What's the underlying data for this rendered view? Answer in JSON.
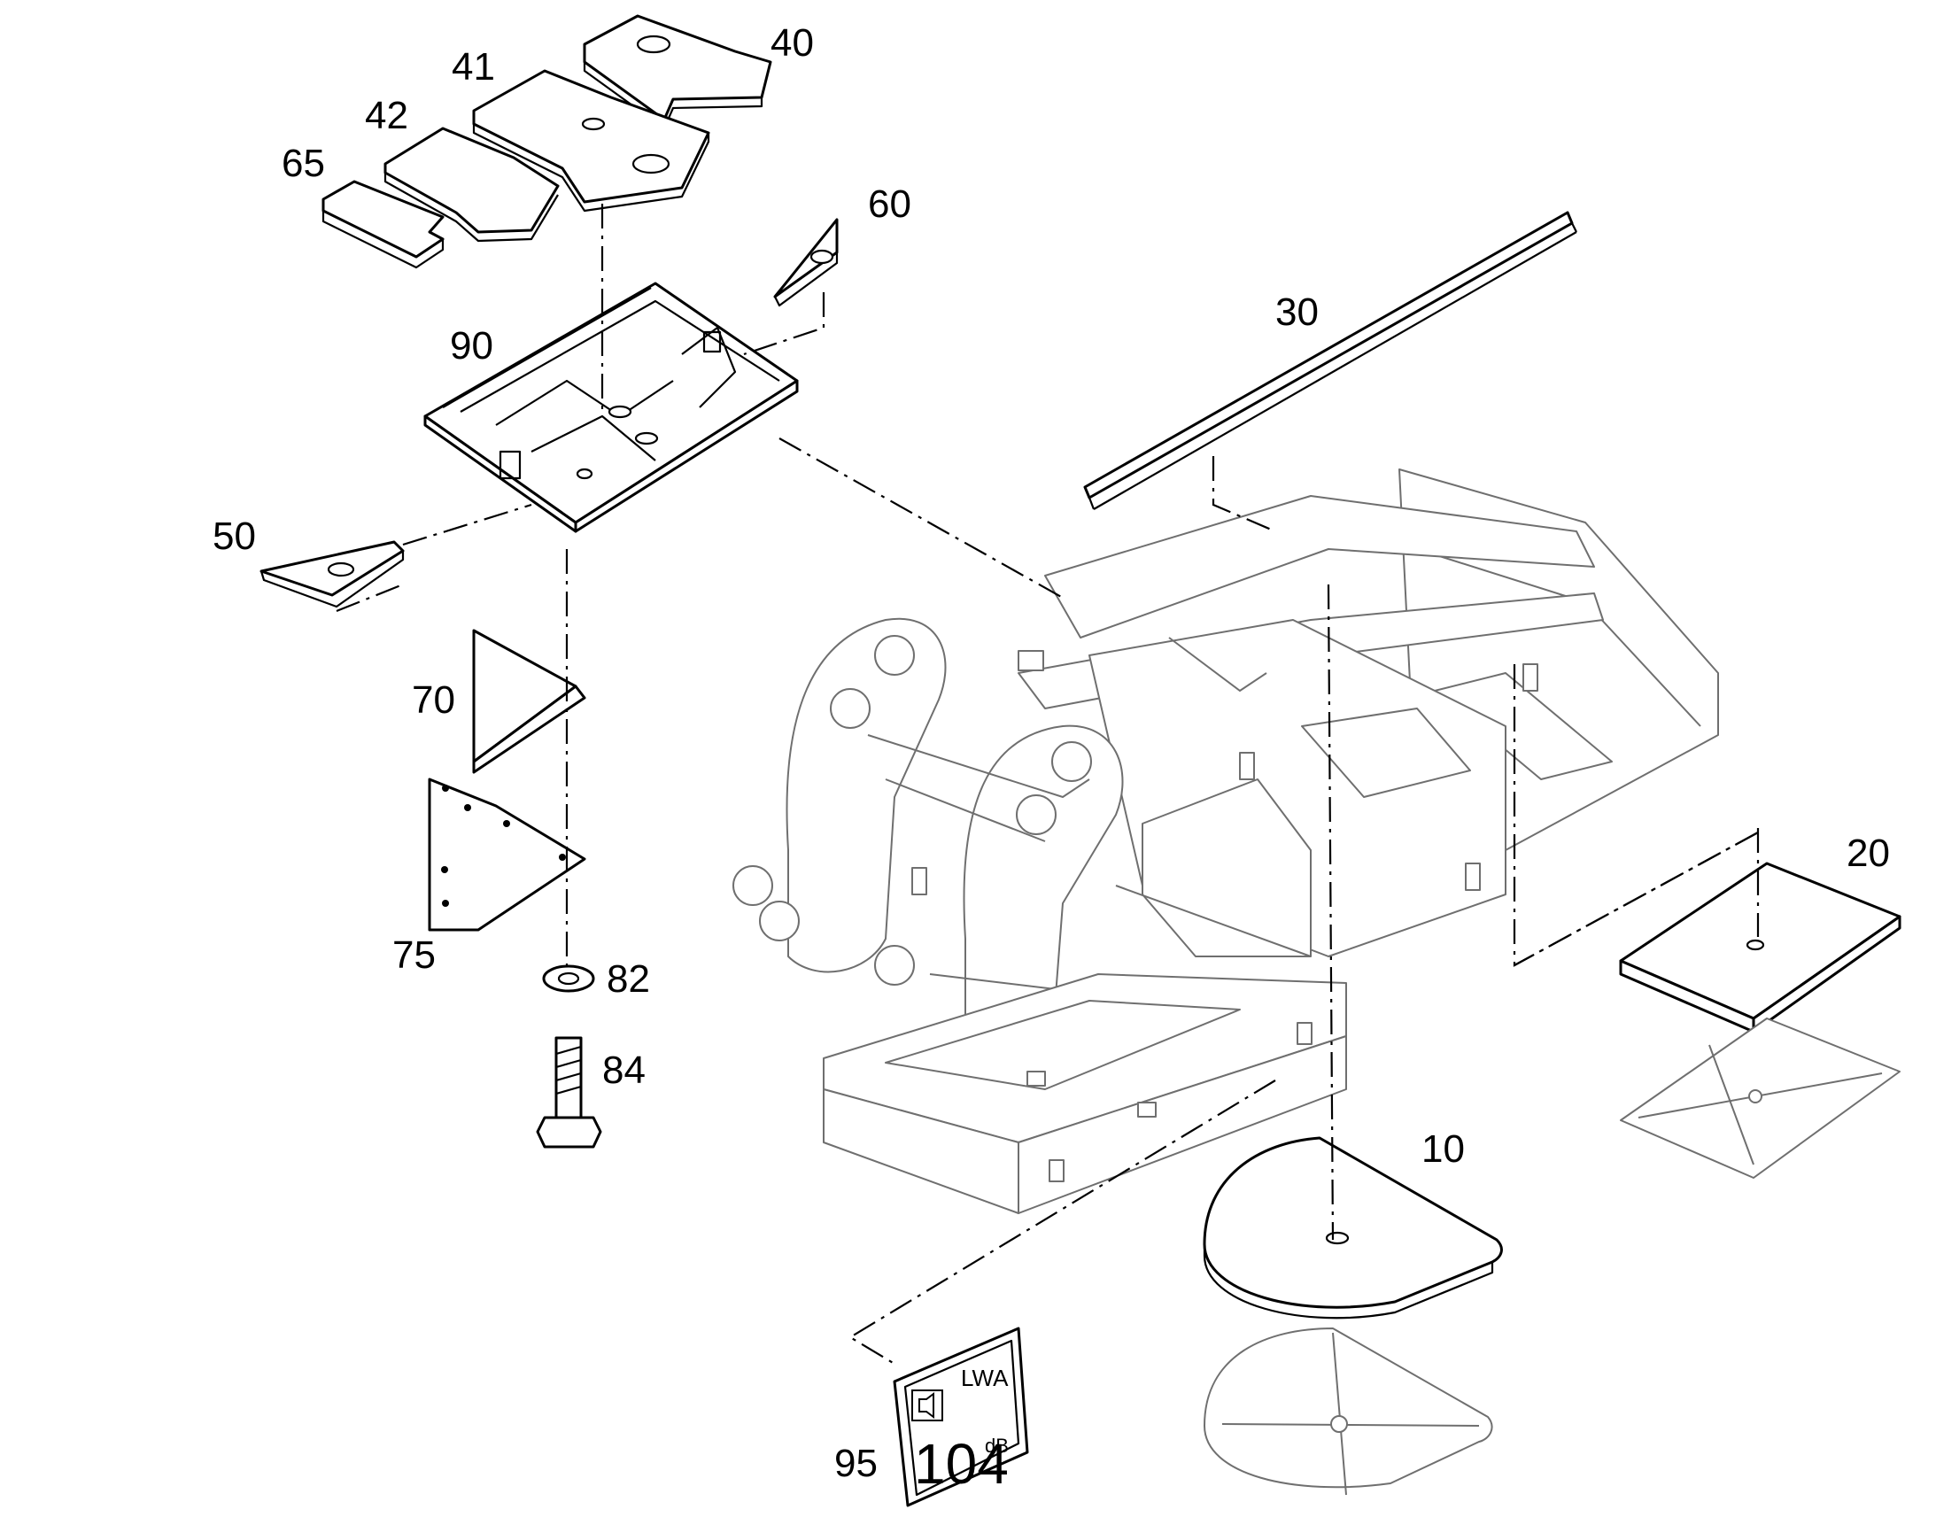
{
  "callouts": [
    {
      "id": "40",
      "text": "40"
    },
    {
      "id": "41",
      "text": "41"
    },
    {
      "id": "42",
      "text": "42"
    },
    {
      "id": "65",
      "text": "65"
    },
    {
      "id": "60",
      "text": "60"
    },
    {
      "id": "30",
      "text": "30"
    },
    {
      "id": "90",
      "text": "90"
    },
    {
      "id": "50",
      "text": "50"
    },
    {
      "id": "70",
      "text": "70"
    },
    {
      "id": "20",
      "text": "20"
    },
    {
      "id": "75",
      "text": "75"
    },
    {
      "id": "82",
      "text": "82"
    },
    {
      "id": "84",
      "text": "84"
    },
    {
      "id": "10",
      "text": "10"
    },
    {
      "id": "95",
      "text": "95"
    }
  ],
  "noise_label": {
    "lwa": "LWA",
    "value": "104",
    "unit": "dB"
  }
}
